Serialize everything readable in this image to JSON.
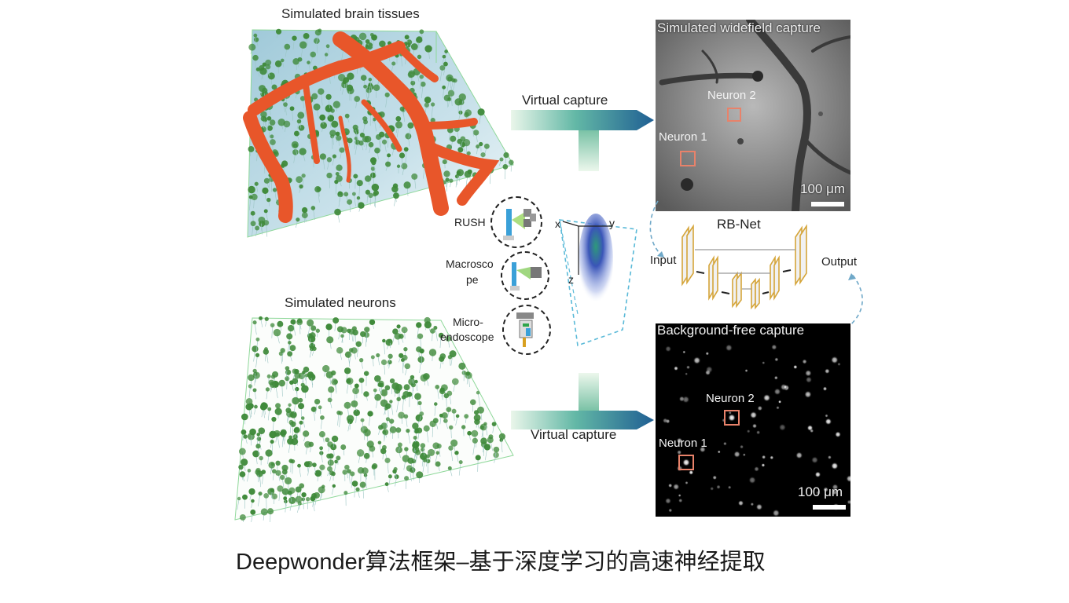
{
  "tissue": {
    "title": "Simulated brain tissues"
  },
  "neurons": {
    "title": "Simulated neurons"
  },
  "flow": {
    "capture_top": "Virtual capture",
    "capture_bottom": "Virtual capture"
  },
  "modalities": {
    "rush": "RUSH",
    "macro_line1": "Macrosco",
    "macro_line2": "pe",
    "micro_line1": "Micro-",
    "micro_line2": "endoscope"
  },
  "psf_axes": {
    "x": "x",
    "y": "y",
    "z": "z"
  },
  "widefield": {
    "title": "Simulated widefield capture",
    "neuron1": "Neuron 1",
    "neuron2": "Neuron 2",
    "scale": "100 μm"
  },
  "background_free": {
    "title": "Background-free capture",
    "neuron1": "Neuron 1",
    "neuron2": "Neuron 2",
    "scale": "100 μm"
  },
  "rbnet": {
    "title": "RB-Net",
    "input": "Input",
    "output": "Output"
  },
  "caption": "Deepwonder算法框架–基于深度学习的高速神经提取",
  "colors": {
    "vessel": "#e8562a",
    "neuron_green": "#3f8a3a",
    "tissue_haze": "#8ec3d6",
    "arrow_start": "#e9f6ea",
    "arrow_end": "#2a6a9a",
    "roi_box": "#e8826a",
    "unet_layer": "#d5a53a",
    "dashed_link": "#6fa8c8"
  },
  "icons": [
    "capture-arrow-icon",
    "microscope-icon",
    "curved-dashed-arrow-icon"
  ]
}
